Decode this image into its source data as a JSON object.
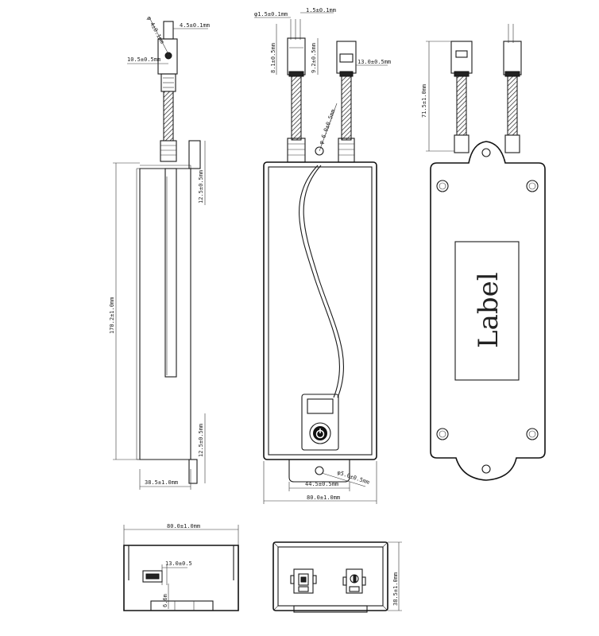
{
  "dimensions": {
    "side_diam": "φ 4±0.1mm",
    "side_4_5": "4.5±0.1mm",
    "side_10_5": "10.5±0.5mm",
    "side_12_5_top": "12.5±0.5mm",
    "side_170": "170.2±1.0mm",
    "side_12_5_bottom": "12.5±0.5mm",
    "side_38_5": "38.5±1.0mm",
    "front_d1_5": "φ1.5±0.1mm",
    "front_1_5": "1.5±0.1mm",
    "front_8_1": "8.1±0.5mm",
    "front_9_2": "9.2±0.5mm",
    "front_13": "13.0±0.5mm",
    "front_d6": "φ 6.0±0.5mm",
    "front_d5": "φ5.0±0.5mm",
    "front_44_5": "44.5±0.5mm",
    "front_80": "80.0±1.0mm",
    "rear_71_5": "71.5±1.0mm",
    "top_80": "80.0±1.0mm",
    "top_13": "13.0±0.5",
    "top_6": "6.6m",
    "end_38_5": "38.5±1.0mm"
  },
  "label": "Label"
}
